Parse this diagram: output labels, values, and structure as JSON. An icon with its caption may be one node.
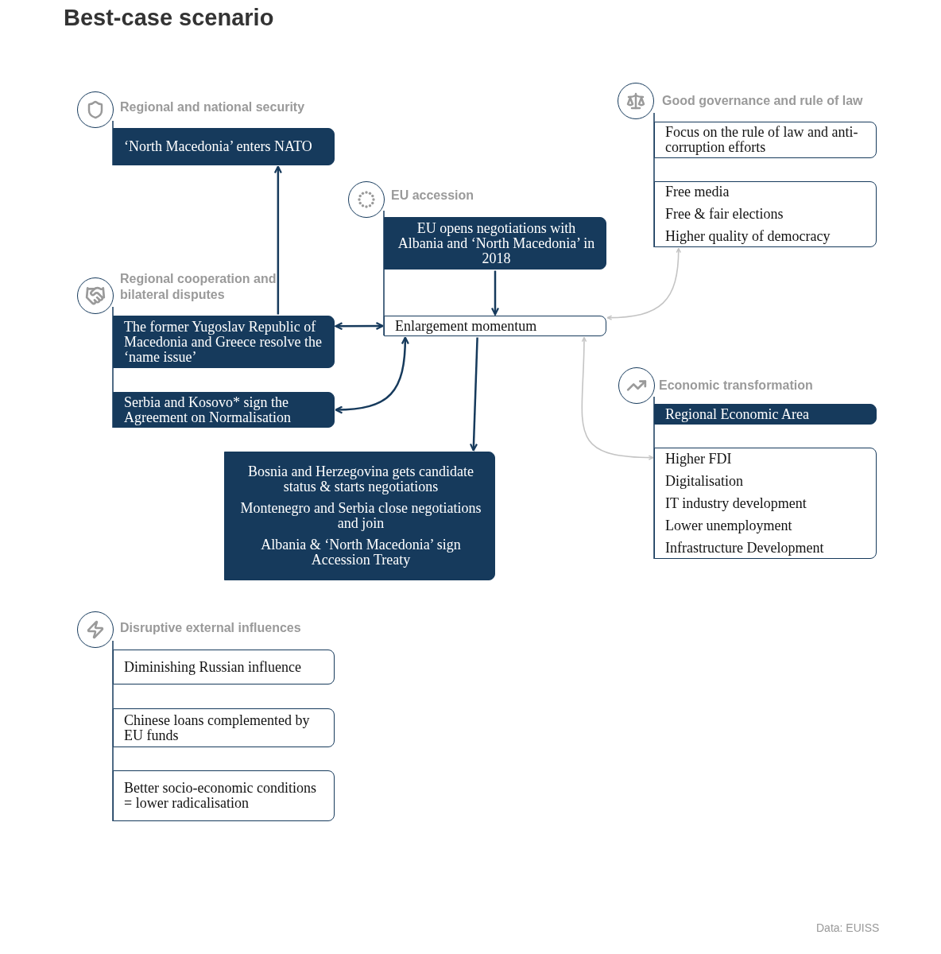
{
  "diagram": {
    "title": "Best-case scenario",
    "nodes": [
      {
        "text": [
          "‘North Macedonia’ enters NATO"
        ]
      },
      {
        "text": [
          "EU opens negotiations with Albania and ‘North Macedonia’ in 2018"
        ]
      },
      {
        "text": [
          "Enlargement momentum"
        ]
      },
      {
        "text": [
          "The former Yugoslav Republic of Macedonia and Greece resolve the ‘name issue’"
        ]
      },
      {
        "text": [
          "Serbia and Kosovo* sign the Agreement on Normalisation"
        ]
      },
      {
        "text": [
          "Bosnia and Herzegovina gets candidate status & starts negotiations",
          "Montenegro and Serbia close negotiations and join",
          "Albania & ‘North Macedonia’ sign Accession Treaty"
        ]
      },
      {
        "text": [
          "Focus on the rule of law and anti- corruption efforts"
        ]
      },
      {
        "text": [
          "Free media",
          "Free & fair elections",
          "Higher quality of democracy"
        ]
      },
      {
        "text": [
          "Regional Economic Area"
        ]
      },
      {
        "text": [
          "Higher FDI",
          "Digitalisation",
          "IT industry development",
          "Lower unemployment",
          "Infrastructure Development"
        ]
      },
      {
        "text": [
          "Diminishing Russian influence"
        ]
      },
      {
        "text": [
          "Chinese loans complemented by EU funds"
        ]
      },
      {
        "text": [
          "Better socio-economic conditions = lower radicalisation"
        ]
      }
    ],
    "edges": [
      {
        "from": 3,
        "to": 0,
        "arrow": "to"
      },
      {
        "from": 3,
        "to": 2,
        "arrow": "both"
      },
      {
        "from": 2,
        "to": 4,
        "arrow": "both"
      },
      {
        "from": 1,
        "to": 2,
        "arrow": "to"
      },
      {
        "from": 2,
        "to": 5,
        "arrow": "to"
      },
      {
        "from": 2,
        "to": 7,
        "arrow": "both",
        "color": "#c4c4c4"
      },
      {
        "from": 2,
        "to": 9,
        "arrow": "both",
        "color": "#c4c4c4"
      }
    ],
    "labels": [
      "Regional and national security",
      "EU accession",
      "Good governance and rule of law",
      "Regional cooperation and bilateral disputes",
      "Economic transformation",
      "Disruptive external influences",
      "Data: EUISS"
    ]
  }
}
